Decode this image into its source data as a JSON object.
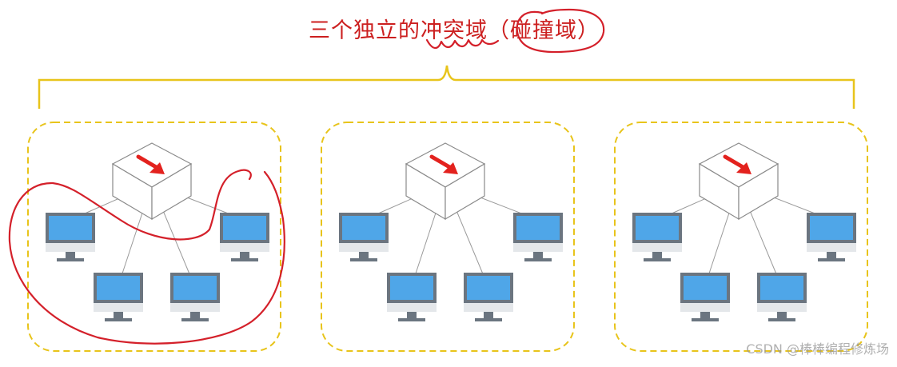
{
  "title": "三个独立的冲突域（碰撞域）",
  "watermark": "CSDN @棒棒编程修炼场",
  "colors": {
    "title": "#cc1f1f",
    "brace": "#e8c41b",
    "dashed_border": "#e8c41b",
    "annotation": "#d4202a",
    "screen": "#4fa6e8",
    "monitor_frame": "#6b7580",
    "switch_arrow": "#e3221e",
    "cable": "#9a9a9a"
  },
  "icons": [
    "switch-icon",
    "computer-icon"
  ],
  "domains": [
    {
      "name": "collision-domain-1",
      "switch": "switch-icon",
      "computers": 4,
      "circled": true
    },
    {
      "name": "collision-domain-2",
      "switch": "switch-icon",
      "computers": 4,
      "circled": false
    },
    {
      "name": "collision-domain-3",
      "switch": "switch-icon",
      "computers": 4,
      "circled": false
    }
  ]
}
